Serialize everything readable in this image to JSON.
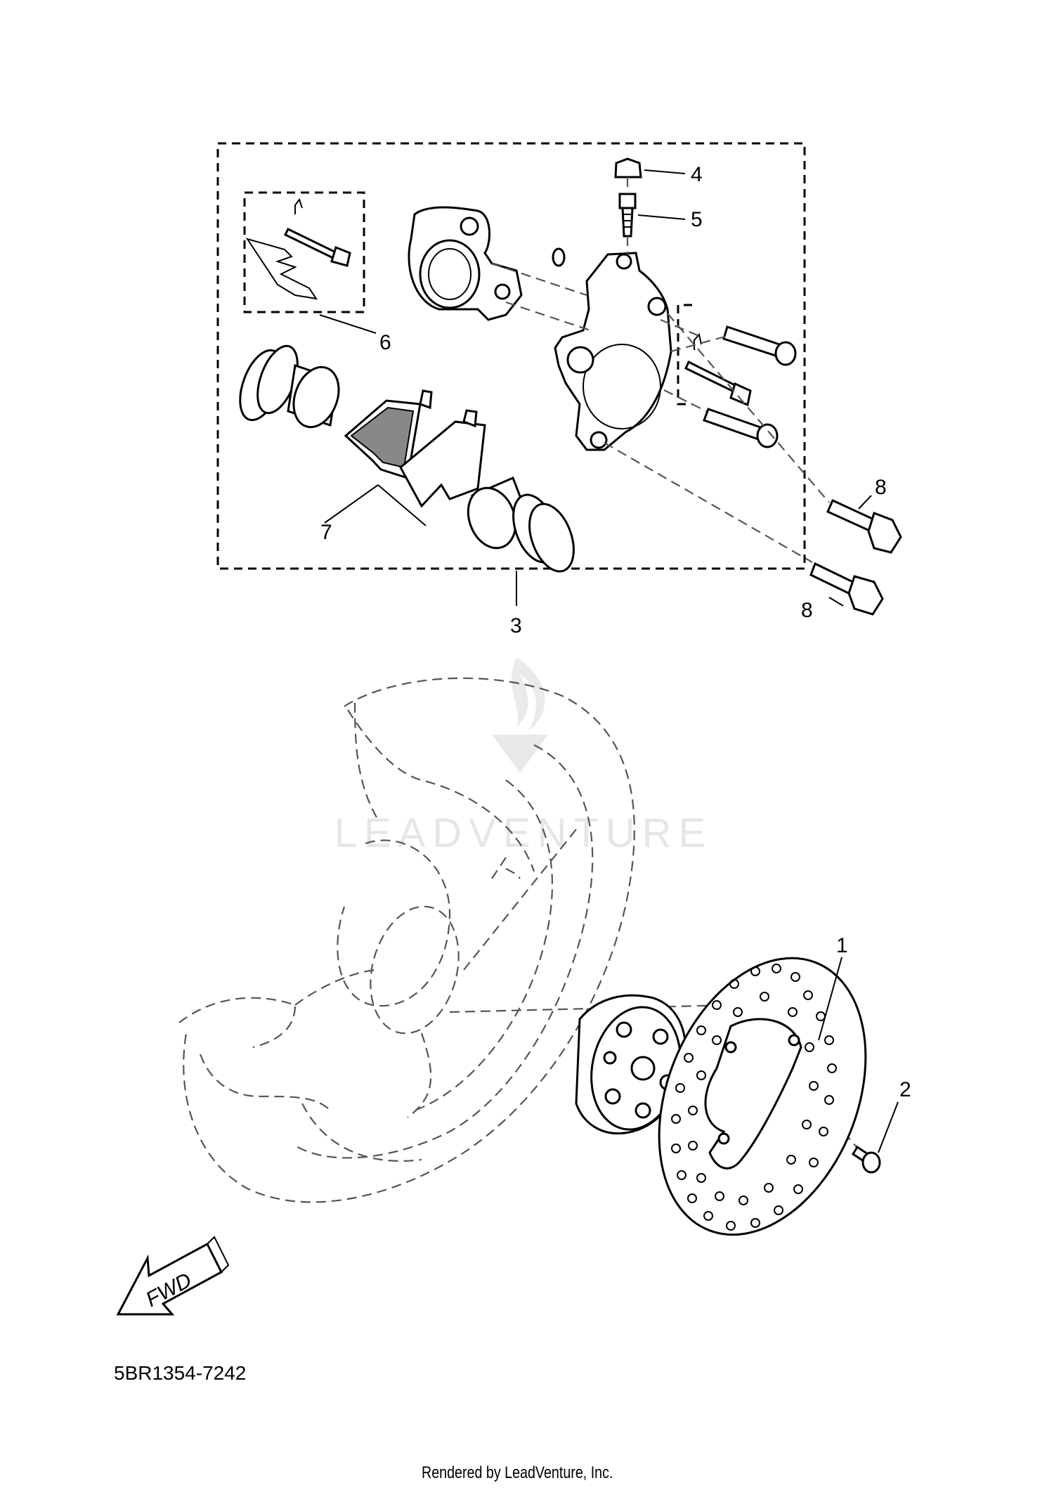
{
  "diagram": {
    "part_code": "5BR1354-7242",
    "credit": "Rendered by LeadVenture, Inc.",
    "watermark": "LEADVENTURE",
    "fwd_label": "FWD",
    "callouts": {
      "c1": "1",
      "c2": "2",
      "c3": "3",
      "c4": "4",
      "c5": "5",
      "c6": "6",
      "c7": "7",
      "c8a": "8",
      "c8b": "8"
    }
  }
}
